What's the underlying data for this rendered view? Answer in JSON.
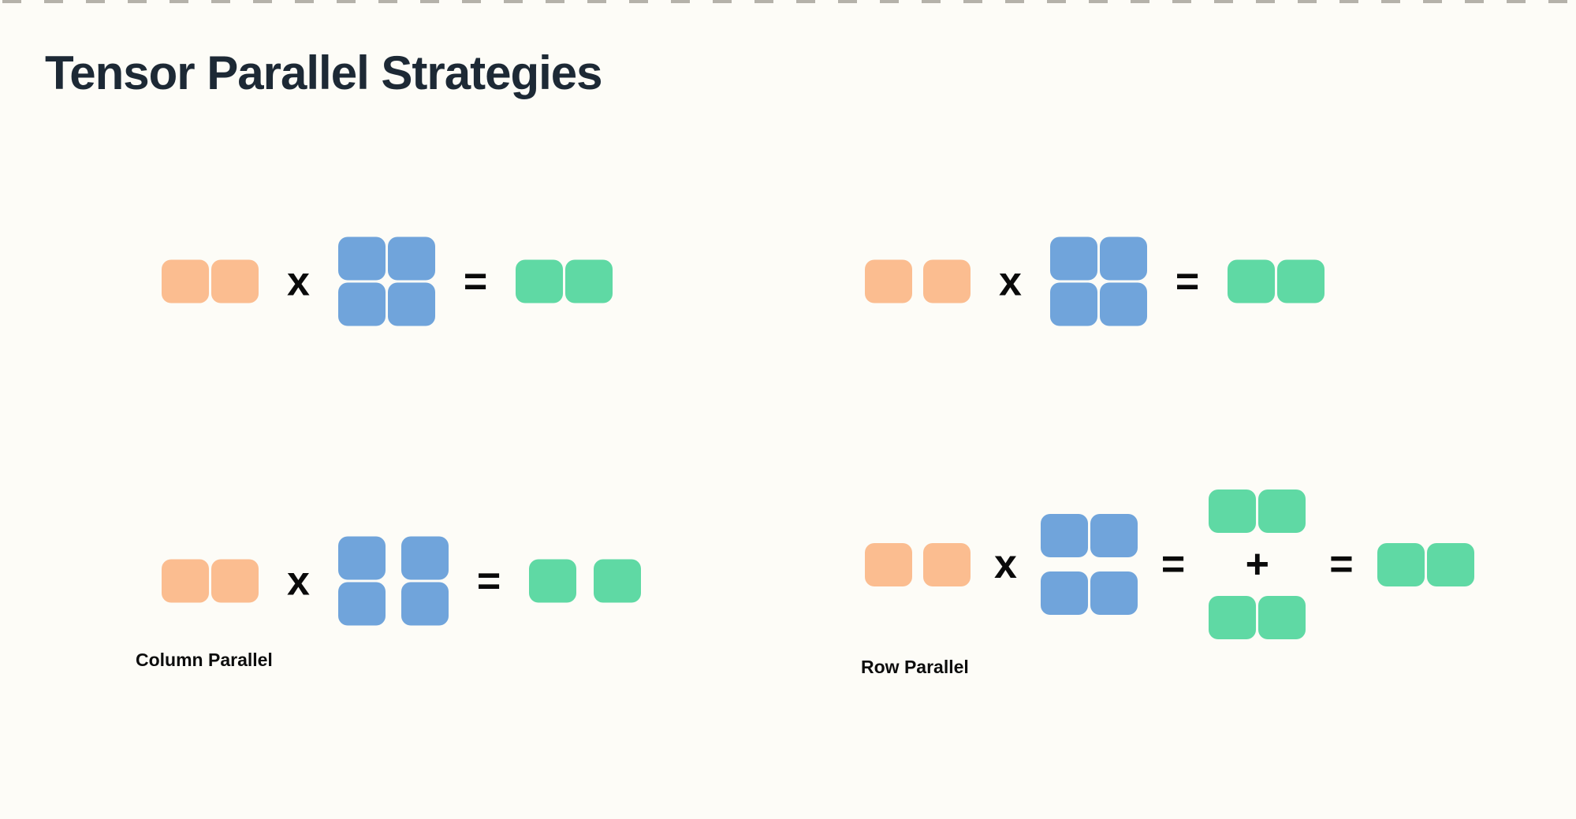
{
  "page": {
    "title": "Tensor Parallel Strategies"
  },
  "colors": {
    "background": "#FDFCF7",
    "top_dash": "#B5B2AA",
    "title_text": "#1D2935",
    "label_text": "#0D0D0D",
    "operator_text": "#0A0A0A",
    "input_tile": "#FBBD90",
    "weight_tile": "#70A4DB",
    "output_tile": "#5FD9A4"
  },
  "operators": {
    "multiply": "x",
    "equals": "=",
    "plus": "+"
  },
  "labels": {
    "column_parallel": "Column Parallel",
    "row_parallel": "Row Parallel"
  },
  "diagrams": [
    {
      "name": "replicated-multiply",
      "items": [
        {
          "kind": "matrix",
          "role": "input",
          "rows": 1,
          "cols": 2,
          "split": "none"
        },
        {
          "kind": "op",
          "op": "multiply"
        },
        {
          "kind": "matrix",
          "role": "weight",
          "rows": 2,
          "cols": 2,
          "split": "none"
        },
        {
          "kind": "op",
          "op": "equals"
        },
        {
          "kind": "matrix",
          "role": "output",
          "rows": 1,
          "cols": 2,
          "split": "none"
        }
      ]
    },
    {
      "name": "split-input-multiply",
      "items": [
        {
          "kind": "matrix",
          "role": "input",
          "rows": 1,
          "cols": 2,
          "split": "halves"
        },
        {
          "kind": "op",
          "op": "multiply"
        },
        {
          "kind": "matrix",
          "role": "weight",
          "rows": 2,
          "cols": 2,
          "split": "none"
        },
        {
          "kind": "op",
          "op": "equals"
        },
        {
          "kind": "matrix",
          "role": "output",
          "rows": 1,
          "cols": 2,
          "split": "none"
        }
      ]
    },
    {
      "name": "column-parallel",
      "items": [
        {
          "kind": "matrix",
          "role": "input",
          "rows": 1,
          "cols": 2,
          "split": "none"
        },
        {
          "kind": "op",
          "op": "multiply"
        },
        {
          "kind": "matrix",
          "role": "weight",
          "rows": 2,
          "cols": 2,
          "split": "columns"
        },
        {
          "kind": "op",
          "op": "equals"
        },
        {
          "kind": "matrix",
          "role": "output",
          "rows": 1,
          "cols": 2,
          "split": "halves"
        }
      ]
    },
    {
      "name": "row-parallel",
      "items": [
        {
          "kind": "matrix",
          "role": "input",
          "rows": 1,
          "cols": 2,
          "split": "halves"
        },
        {
          "kind": "op",
          "op": "multiply"
        },
        {
          "kind": "matrix",
          "role": "weight",
          "rows": 2,
          "cols": 2,
          "split": "rows"
        },
        {
          "kind": "op",
          "op": "equals"
        },
        {
          "kind": "stack",
          "items": [
            {
              "kind": "matrix",
              "role": "output",
              "rows": 1,
              "cols": 2,
              "split": "none"
            },
            {
              "kind": "op",
              "op": "plus"
            },
            {
              "kind": "matrix",
              "role": "output",
              "rows": 1,
              "cols": 2,
              "split": "none"
            }
          ]
        },
        {
          "kind": "op",
          "op": "equals"
        },
        {
          "kind": "matrix",
          "role": "output",
          "rows": 1,
          "cols": 2,
          "split": "none"
        }
      ]
    }
  ]
}
